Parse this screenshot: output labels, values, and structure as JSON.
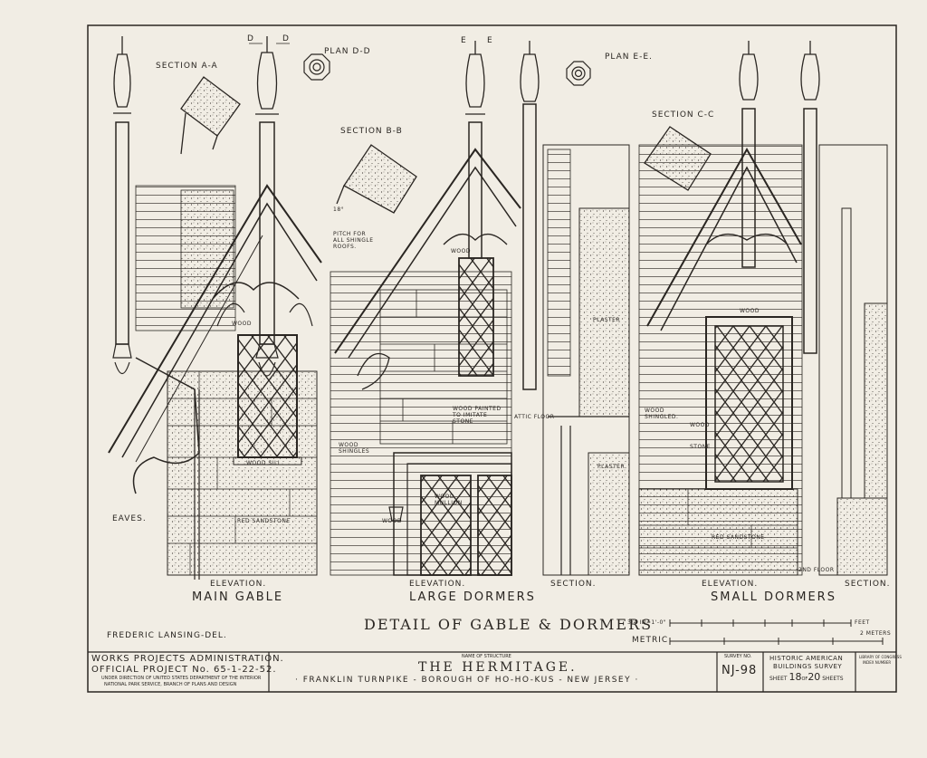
{
  "drawing": {
    "title": "DETAIL OF GABLE & DORMERS",
    "scale_text": "3/4 IN=1'-0\"",
    "scale_feet": "FEET",
    "scale_metric": "METRIC",
    "scale_meters": "2 METERS",
    "delineator": "FREDERIC LANSING-DEL."
  },
  "views": {
    "main_gable": "MAIN GABLE",
    "large_dormers": "LARGE DORMERS",
    "small_dormers": "SMALL DORMERS",
    "elevation": "ELEVATION.",
    "section": "SECTION."
  },
  "sections": {
    "a": "SECTION A-A",
    "b": "SECTION B-B",
    "c": "SECTION C-C",
    "plan_d": "PLAN D-D",
    "plan_e": "PLAN E-E.",
    "d_mark": "D",
    "e_mark": "E"
  },
  "notes": {
    "eaves": "EAVES.",
    "wood": "WOOD",
    "wood_sill": "WOOD SILL",
    "red_sandstone": "RED SANDSTONE",
    "wood_shingles": "WOOD SHINGLES",
    "wood_painted": "WOOD PAINTED TO IMITATE STONE",
    "wood_mullion": "WOOD MULLION",
    "attic_floor": "ATTIC FLOOR",
    "plaster": "PLASTER",
    "pitch": "PITCH FOR ALL SHINGLE ROOFS.",
    "angle": "18°",
    "second_floor": "2ND FLOOR",
    "wood_shingled": "WOOD SHINGLED.",
    "stone": "STONE"
  },
  "title_block": {
    "agency": "WORKS PROJECTS ADMINISTRATION.",
    "project": "OFFICIAL PROJECT No. 65-1-22-52.",
    "direction": "UNDER DIRECTION OF UNITED STATES DEPARTMENT OF THE INTERIOR",
    "park_service": "NATIONAL PARK SERVICE, BRANCH OF PLANS AND DESIGN",
    "name_caption": "NAME OF STRUCTURE",
    "structure": "THE HERMITAGE.",
    "location": "· FRANKLIN TURNPIKE - BOROUGH OF HO-HO-KUS - NEW JERSEY ·",
    "survey_caption": "SURVEY NO.",
    "survey_no": "NJ-98",
    "habs1": "HISTORIC AMERICAN",
    "habs2": "BUILDINGS SURVEY",
    "sheet_pre": "SHEET",
    "sheet_no": "18",
    "sheet_of": "OF",
    "sheet_total": "20",
    "sheet_post": "SHEETS",
    "loc1": "LIBRARY OF CONGRESS",
    "loc2": "INDEX NUMBER"
  }
}
